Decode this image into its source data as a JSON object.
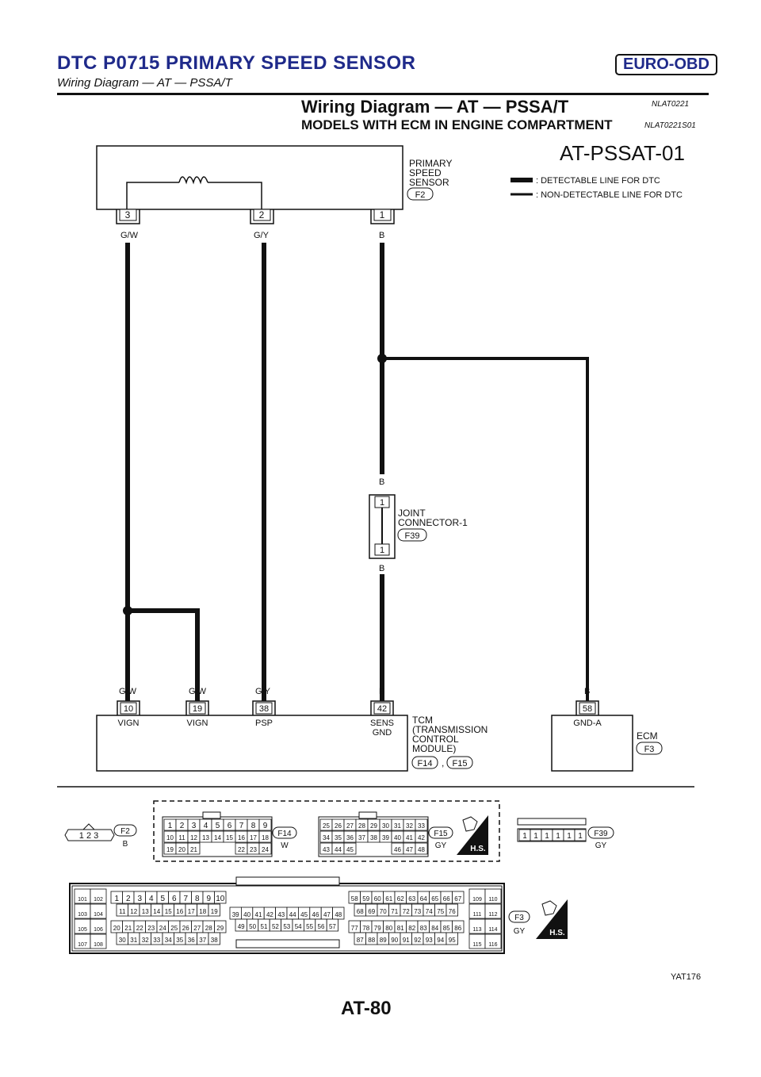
{
  "header": {
    "title": "DTC P0715 PRIMARY SPEED SENSOR",
    "badge": "EURO-OBD",
    "subtitle": "Wiring Diagram — AT — PSSA/T"
  },
  "section": {
    "title": "Wiring Diagram — AT — PSSA/T",
    "title_ref": "NLAT0221",
    "subtitle": "MODELS WITH ECM IN ENGINE COMPARTMENT",
    "subtitle_ref": "NLAT0221S01"
  },
  "diagram_id": "AT-PSSAT-01",
  "legend": {
    "detectable": ": DETECTABLE LINE FOR DTC",
    "non_detectable": ": NON-DETECTABLE LINE FOR DTC"
  },
  "sensor": {
    "name_lines": [
      "PRIMARY",
      "SPEED",
      "SENSOR"
    ],
    "connector": "F2",
    "pins": [
      "3",
      "2",
      "1"
    ],
    "wire_colors": [
      "G/W",
      "G/Y",
      "B"
    ]
  },
  "joint": {
    "name_lines": [
      "JOINT",
      "CONNECTOR-1"
    ],
    "connector": "F39",
    "pin_top": "1",
    "pin_bottom": "1",
    "wire_top": "B",
    "wire_bottom": "B"
  },
  "tcm": {
    "wires": [
      "G/W",
      "G/W",
      "G/Y",
      "B"
    ],
    "pins": [
      "10",
      "19",
      "38",
      "42"
    ],
    "pin_labels": [
      "VIGN",
      "VIGN",
      "PSP",
      "SENS",
      "GND"
    ],
    "name_lines": [
      "TCM",
      "(TRANSMISSION",
      "CONTROL",
      "MODULE)"
    ],
    "connectors": [
      "F14",
      "F15"
    ],
    "separator": ","
  },
  "ecm": {
    "wire": "B",
    "pin": "58",
    "pin_label": "GND-A",
    "name": "ECM",
    "connector": "F3"
  },
  "connector_views": {
    "f2": {
      "pins": "1 2 3",
      "id": "F2",
      "color": "B"
    },
    "f14": {
      "id": "F14",
      "color": "W",
      "row1": [
        "1",
        "2",
        "3",
        "4",
        "5",
        "6",
        "7",
        "8",
        "9"
      ],
      "row2": [
        "10",
        "11",
        "12",
        "13",
        "14",
        "15",
        "16",
        "17",
        "18"
      ],
      "row3": [
        "19",
        "20",
        "21",
        "22",
        "23",
        "24"
      ]
    },
    "f15": {
      "id": "F15",
      "color": "GY",
      "row1": [
        "25",
        "26",
        "27",
        "28",
        "29",
        "30",
        "31",
        "32",
        "33"
      ],
      "row2": [
        "34",
        "35",
        "36",
        "37",
        "38",
        "39",
        "40",
        "41",
        "42"
      ],
      "row3": [
        "43",
        "44",
        "45",
        "46",
        "47",
        "48"
      ]
    },
    "hs": "H.S.",
    "f39": {
      "id": "F39",
      "color": "GY",
      "pins": [
        "1",
        "1",
        "1",
        "1",
        "1",
        "1"
      ]
    },
    "f3": {
      "id": "F3",
      "color": "GY",
      "left": [
        "101",
        "102",
        "103",
        "104",
        "105",
        "106",
        "107",
        "108"
      ],
      "a1": [
        "1",
        "2",
        "3",
        "4",
        "5",
        "6",
        "7",
        "8",
        "9",
        "10"
      ],
      "a2": [
        "11",
        "12",
        "13",
        "14",
        "15",
        "16",
        "17",
        "18",
        "19"
      ],
      "a3": [
        "20",
        "21",
        "22",
        "23",
        "24",
        "25",
        "26",
        "27",
        "28",
        "29"
      ],
      "a4": [
        "30",
        "31",
        "32",
        "33",
        "34",
        "35",
        "36",
        "37",
        "38"
      ],
      "b1": [
        "39",
        "40",
        "41",
        "42",
        "43",
        "44",
        "45",
        "46",
        "47",
        "48"
      ],
      "b2": [
        "49",
        "50",
        "51",
        "52",
        "53",
        "54",
        "55",
        "56",
        "57"
      ],
      "c1": [
        "58",
        "59",
        "60",
        "61",
        "62",
        "63",
        "64",
        "65",
        "66",
        "67"
      ],
      "c2": [
        "68",
        "69",
        "70",
        "71",
        "72",
        "73",
        "74",
        "75",
        "76"
      ],
      "c3": [
        "77",
        "78",
        "79",
        "80",
        "81",
        "82",
        "83",
        "84",
        "85",
        "86"
      ],
      "c4": [
        "87",
        "88",
        "89",
        "90",
        "91",
        "92",
        "93",
        "94",
        "95"
      ],
      "right": [
        "109",
        "110",
        "111",
        "112",
        "113",
        "114",
        "115",
        "116"
      ]
    }
  },
  "figure_id": "YAT176",
  "page_number": "AT-80"
}
